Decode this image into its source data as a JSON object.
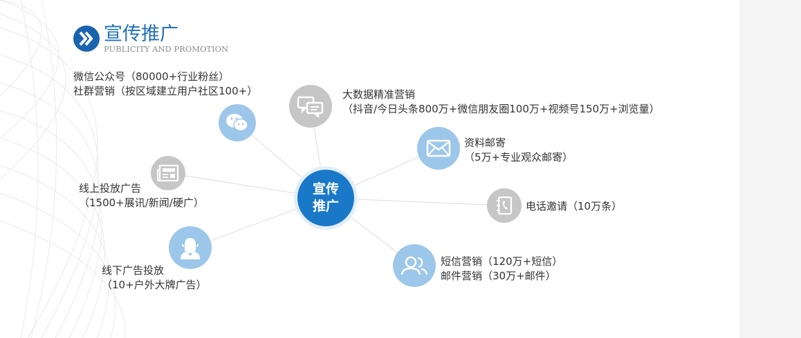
{
  "header": {
    "title": "宣传推广",
    "subtitle": "PUBLICITY AND PROMOTION",
    "icon": "double-chevron-right-icon"
  },
  "center": {
    "line1": "宣传",
    "line2": "推广",
    "color": "#1a78c9"
  },
  "colors": {
    "accent": "#1a78c9",
    "node_blue": "#9dc7ea",
    "node_grey": "#c6c6c6",
    "text": "#333333"
  },
  "channels": [
    {
      "id": "wechat",
      "icon": "wechat-icon",
      "lines": [
        "微信公众号（80000+行业粉丝）",
        "社群营销（按区域建立用户社区100+）"
      ]
    },
    {
      "id": "bigdata",
      "icon": "chat-bubbles-icon",
      "lines": [
        "大数据精准营销",
        "（抖音/今日头条800万+微信朋友圈100万+视频号150万+浏览量）"
      ]
    },
    {
      "id": "mail",
      "icon": "envelope-icon",
      "lines": [
        "资料邮寄",
        "（5万+专业观众邮寄）"
      ]
    },
    {
      "id": "online",
      "icon": "newspaper-icon",
      "lines": [
        "线上投放广告",
        "（1500+展讯/新闻/硬广）"
      ]
    },
    {
      "id": "phone",
      "icon": "phone-book-icon",
      "lines": [
        "电话邀请（10万条）"
      ]
    },
    {
      "id": "offline",
      "icon": "person-icon",
      "lines": [
        "线下广告投放",
        "（10+户外大牌广告）"
      ]
    },
    {
      "id": "sms",
      "icon": "users-icon",
      "lines": [
        "短信营销（120万+短信）",
        "邮件营销（30万+邮件）"
      ]
    }
  ]
}
